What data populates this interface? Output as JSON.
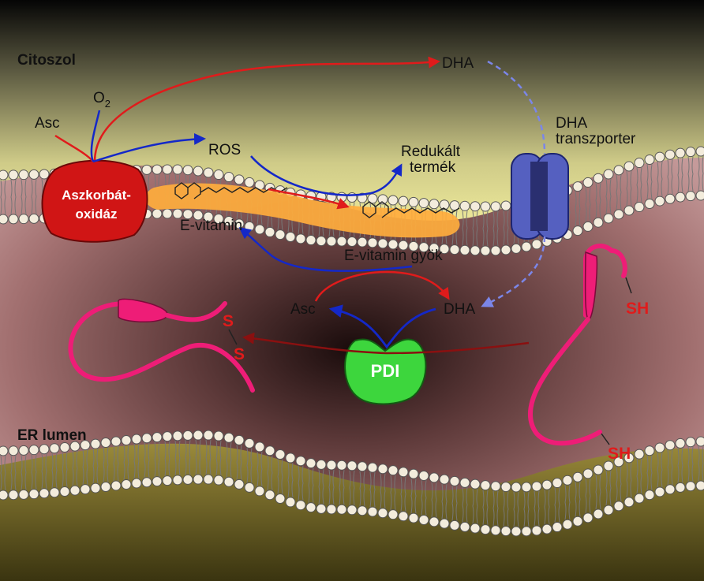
{
  "compartments": {
    "cytosol": "Citoszol",
    "er_lumen": "ER lumen"
  },
  "labels": {
    "asc_top": "Asc",
    "o2": "O",
    "o2_sub": "2",
    "dha_top": "DHA",
    "ros": "ROS",
    "reduced_line1": "Redukált",
    "reduced_line2": "termék",
    "transporter_line1": "DHA",
    "transporter_line2": "transzporter",
    "vitamin_e": "E-vitamin",
    "vitamin_e_radical": "E-vitamin gyök",
    "asc_lumen": "Asc",
    "dha_lumen": "DHA",
    "disulfide_s1": "S",
    "disulfide_s2": "S",
    "thiol_sh1": "SH",
    "thiol_sh2": "SH"
  },
  "enzymes": {
    "ascorbate_oxidase_line1": "Aszkorbát-",
    "ascorbate_oxidase_line2": "oxidáz",
    "pdi": "PDI"
  },
  "colors": {
    "cytosol_top": "#0a0a0a",
    "cytosol_band": "#f7f3a0",
    "er_lumen": "#b27f7f",
    "ascorbate_oxidase": "#d01515",
    "pdi": "#3dd63d",
    "transporter": "#5560c0",
    "protein": "#ee1d77",
    "arrow_red": "#e01b1b",
    "arrow_blue": "#1428c8",
    "arrow_dark_red": "#8a1010",
    "vitamin_e_band": "#ffad3d",
    "red_text": "#e01b1b"
  }
}
